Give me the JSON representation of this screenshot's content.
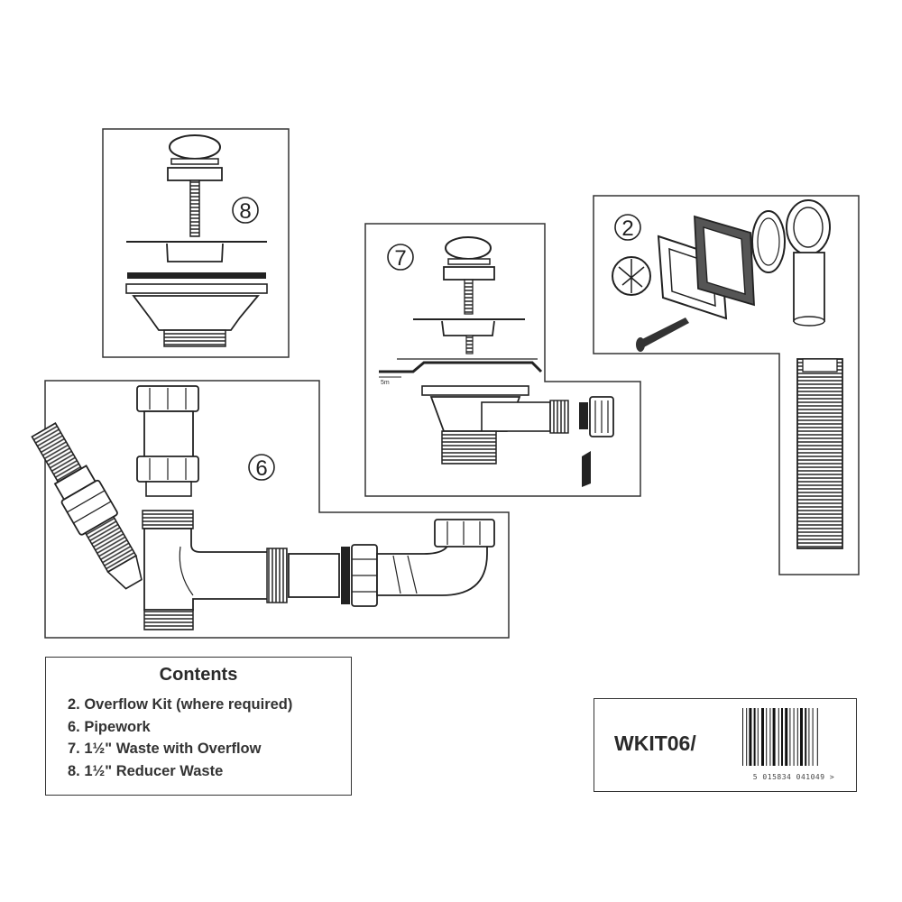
{
  "markers": {
    "item8": "8",
    "item7": "7",
    "item6": "6",
    "item2": "2"
  },
  "annotation_small": "5m",
  "contents": {
    "title": "Contents",
    "items": [
      "2. Overflow Kit (where required)",
      "6. Pipework",
      "7. 1½\" Waste with Overflow",
      "8. 1½\" Reducer Waste"
    ]
  },
  "product": {
    "code": "WKIT06/",
    "barcode_number": "5 015834 041049 >"
  }
}
